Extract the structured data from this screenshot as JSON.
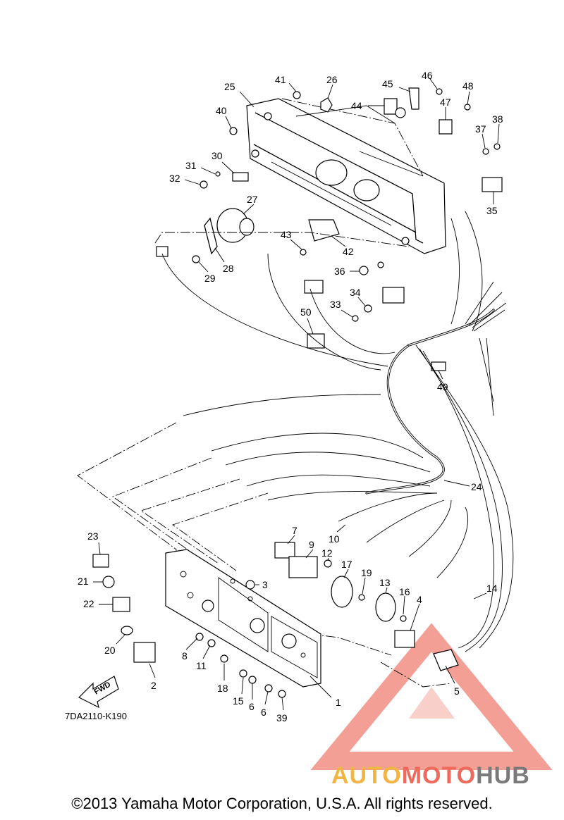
{
  "diagram": {
    "code": "7DA2110-K190",
    "fwd_label": "FWD",
    "copyright": "©2013 Yamaha Motor Corporation, U.S.A. All rights reserved.",
    "watermark": {
      "part1": "AUTO",
      "part2": "MOTO",
      "part3": "HUB",
      "colors": {
        "auto": "#f2b544",
        "moto": "#ee6a5c",
        "hub": "#7a7a7a",
        "triangle": "#f07f72"
      }
    },
    "callouts": [
      "1",
      "2",
      "3",
      "4",
      "5",
      "6",
      "6",
      "7",
      "8",
      "9",
      "10",
      "11",
      "12",
      "13",
      "14",
      "15",
      "16",
      "17",
      "18",
      "19",
      "20",
      "21",
      "22",
      "23",
      "24",
      "25",
      "26",
      "27",
      "28",
      "29",
      "30",
      "31",
      "32",
      "33",
      "34",
      "35",
      "36",
      "37",
      "38",
      "39",
      "40",
      "41",
      "42",
      "43",
      "44",
      "45",
      "46",
      "47",
      "48",
      "49",
      "50"
    ]
  }
}
